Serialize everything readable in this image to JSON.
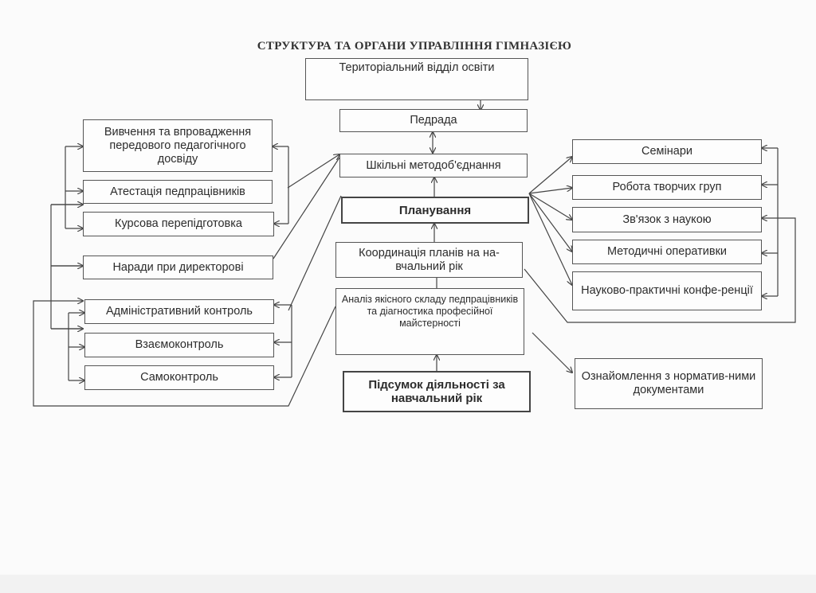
{
  "diagram": {
    "title": "СТРУКТУРА ТА ОРГАНИ УПРАВЛІННЯ ГІМНАЗІЄЮ",
    "center": {
      "territorial": "Територіальний відділ освіти",
      "pedrada": "Педрада",
      "methodical": "Шкільні методоб'єднання",
      "planning": "Планування",
      "coordination": "Координація планів на на-вчальний рік",
      "analysis": "Аналіз якісного складу педпрацівників та діагностика професійної майстерності",
      "summary": "Підсумок діяльності за навчальний рік"
    },
    "left": {
      "study": "Вивчення та впровадження передового педагогічного досвіду",
      "attestation": "Атестація педпрацівників",
      "courses": "Курсова перепідготовка",
      "meetings": "Наради при директорові",
      "admin_control": "Адміністративний контроль",
      "mutual_control": "Взаємоконтроль",
      "self_control": "Самоконтроль"
    },
    "right": {
      "seminars": "Семінари",
      "creative_groups": "Робота творчих груп",
      "science": "Зв'язок з наукою",
      "operatives": "Методичні оперативки",
      "conferences": "Науково-практичні конфе-ренції",
      "normative": "Ознайомлення з норматив-ними документами"
    }
  }
}
